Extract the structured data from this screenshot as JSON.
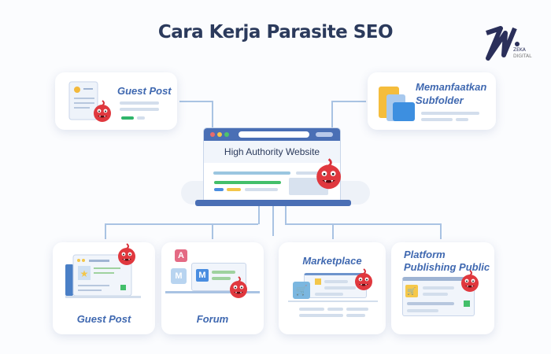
{
  "title": "Cara Kerja Parasite SEO",
  "logo": {
    "line1": "ZEKA",
    "line2": "DIGITAL"
  },
  "center": {
    "label": "High Authority Website"
  },
  "top_cards": [
    {
      "label": "Guest Post"
    },
    {
      "label_line1": "Memanfaatkan",
      "label_line2": "Subfolder"
    }
  ],
  "bottom_cards": [
    {
      "label": "Guest Post"
    },
    {
      "label": "Forum",
      "badge_a": "A",
      "badge_m": "M"
    },
    {
      "label": "Marketplace"
    },
    {
      "label_line1": "Platform",
      "label_line2": "Publishing Public"
    }
  ],
  "colors": {
    "title": "#2b3a5c",
    "label": "#3f68b0",
    "connector": "#a9c3e3",
    "monster": "#e0383e",
    "browser_bar": "#4a6fb5"
  }
}
